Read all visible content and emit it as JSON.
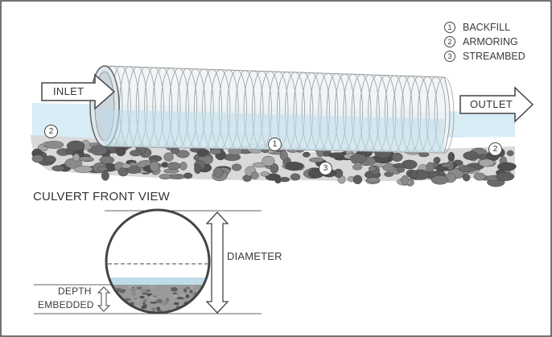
{
  "legend": [
    {
      "num": "1",
      "label": "BACKFILL"
    },
    {
      "num": "2",
      "label": "ARMORING"
    },
    {
      "num": "3",
      "label": "STREAMBED"
    }
  ],
  "arrows": {
    "inlet": "INLET",
    "outlet": "OUTLET"
  },
  "markers": {
    "backfill": "1",
    "armoring_left": "2",
    "armoring_right": "2",
    "streambed": "3"
  },
  "front_view": {
    "title": "CULVERT FRONT VIEW",
    "diameter_label": "DIAMETER",
    "depth_label_line1": "DEPTH",
    "depth_label_line2": "EMBEDDED"
  },
  "colors": {
    "water": "#cfe8f3",
    "rock_dark": "#5e5e60",
    "rock_mid": "#8a8a8c",
    "pipe_line": "#8c8c8c",
    "border": "#444444"
  }
}
